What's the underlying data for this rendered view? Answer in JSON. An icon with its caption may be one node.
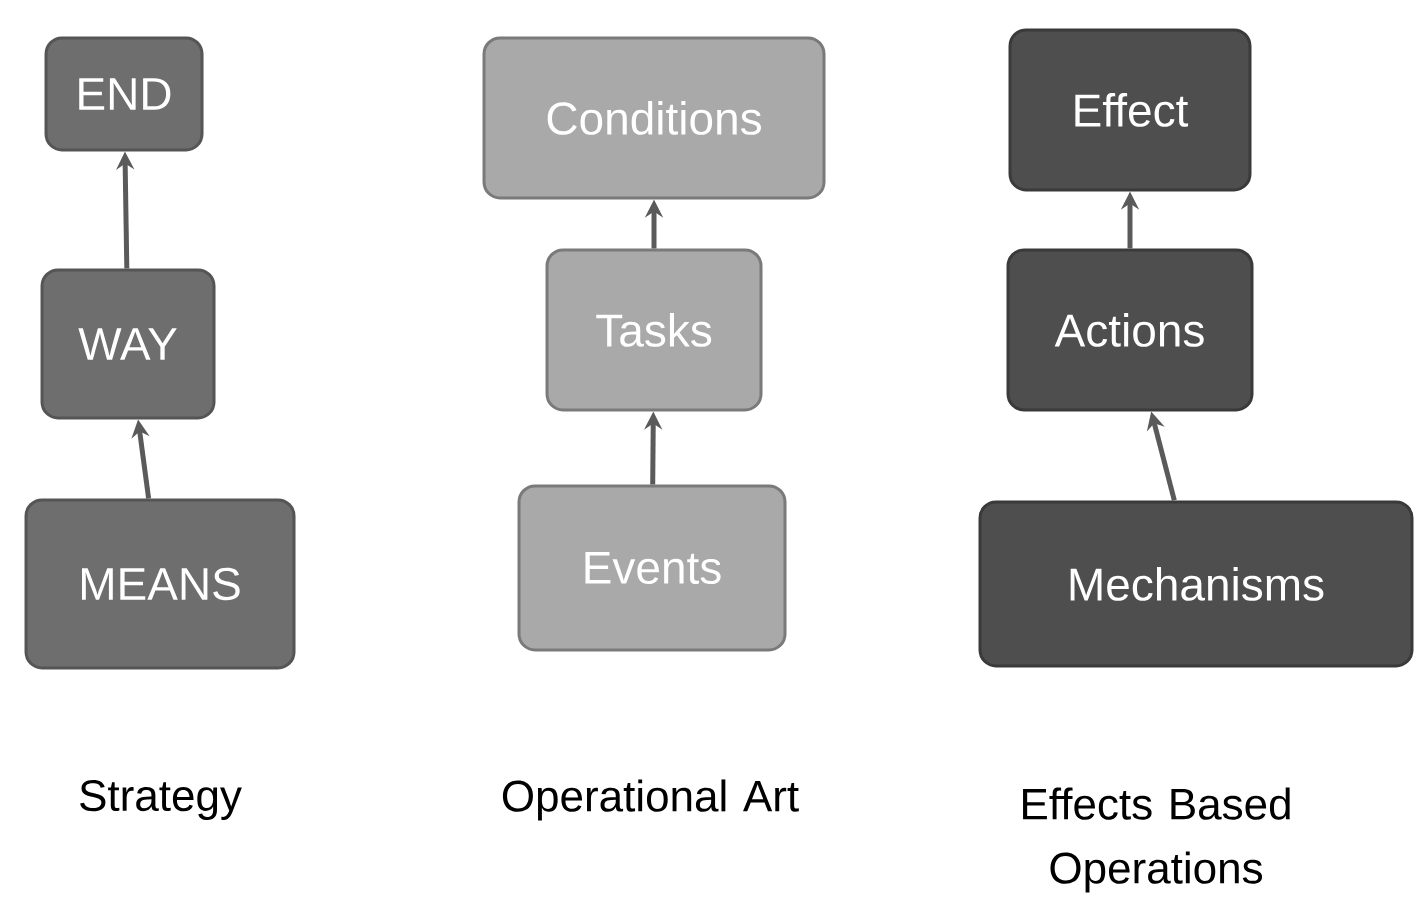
{
  "diagram": {
    "nodes": [
      {
        "text": [
          "END"
        ]
      },
      {
        "text": [
          "WAY"
        ]
      },
      {
        "text": [
          "MEANS"
        ]
      },
      {
        "text": [
          "Conditions"
        ]
      },
      {
        "text": [
          "Tasks"
        ]
      },
      {
        "text": [
          "Events"
        ]
      },
      {
        "text": [
          "Effect"
        ]
      },
      {
        "text": [
          "Actions"
        ]
      },
      {
        "text": [
          "Mechanisms"
        ]
      }
    ],
    "edges": [
      {
        "from": 1,
        "to": 0,
        "arrow": "to"
      },
      {
        "from": 2,
        "to": 1,
        "arrow": "to"
      },
      {
        "from": 4,
        "to": 3,
        "arrow": "to"
      },
      {
        "from": 5,
        "to": 4,
        "arrow": "to"
      },
      {
        "from": 7,
        "to": 6,
        "arrow": "to"
      },
      {
        "from": 8,
        "to": 7,
        "arrow": "to"
      }
    ],
    "labels": [
      "Strategy",
      "Operational Art",
      "Effects Based Operations"
    ]
  }
}
